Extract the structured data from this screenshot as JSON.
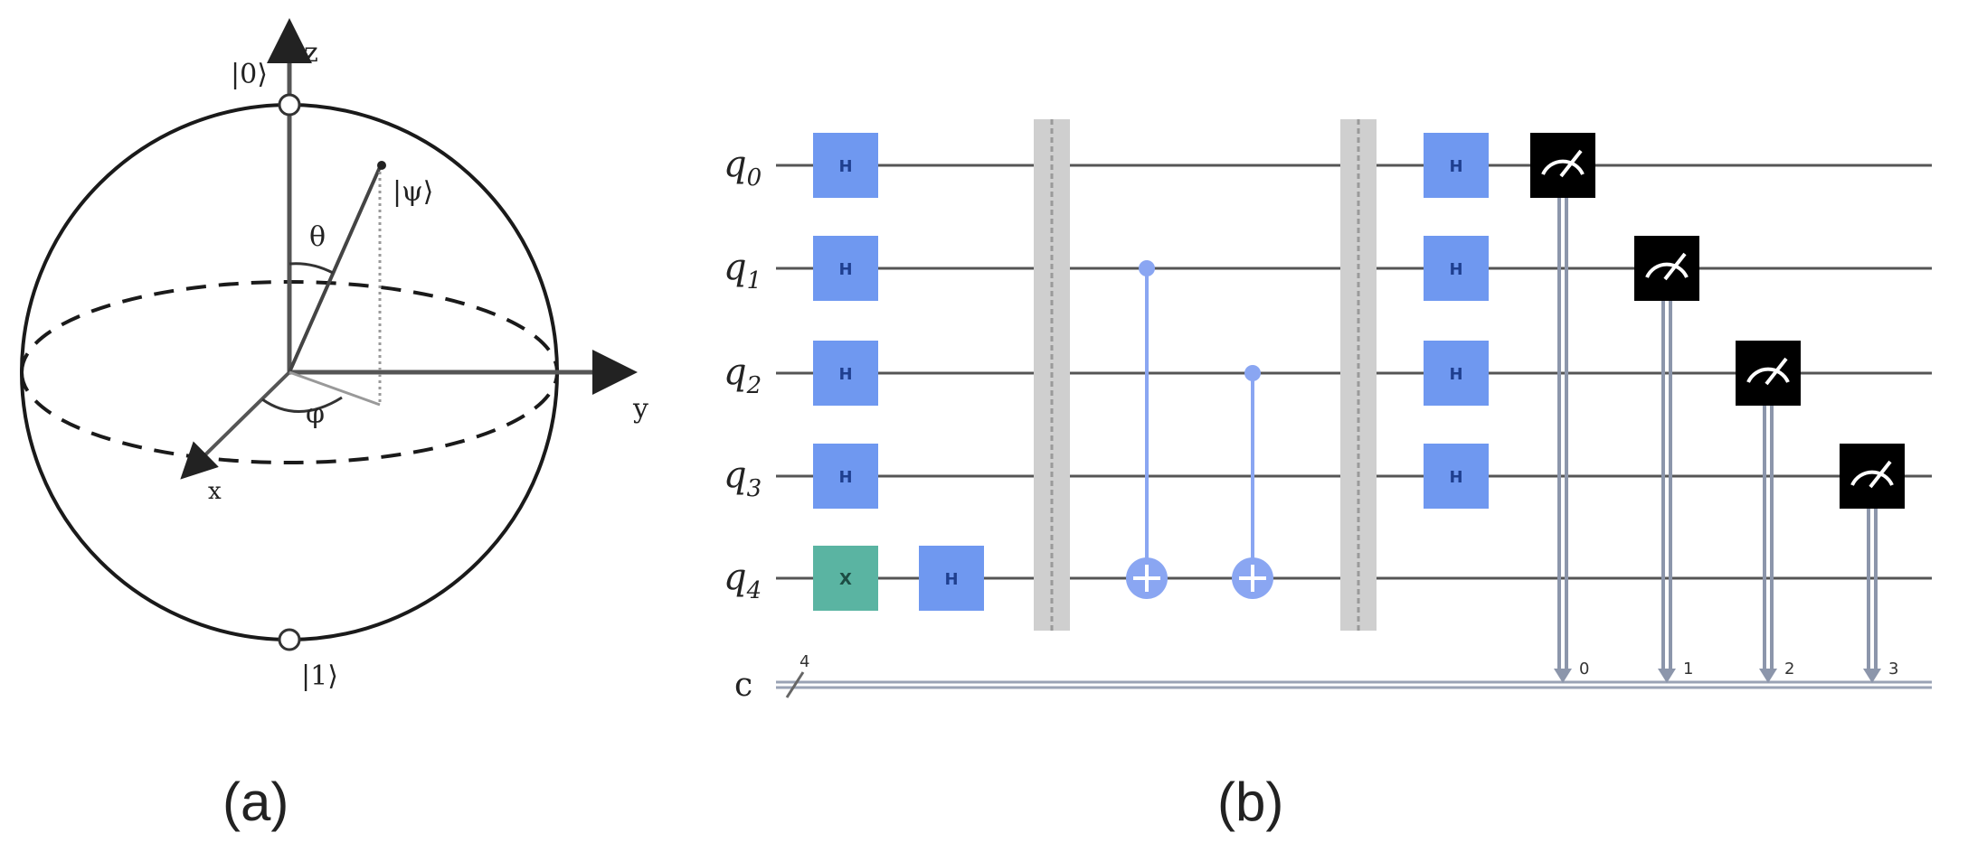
{
  "panel_a": {
    "caption": "(a)",
    "axis_z": "z",
    "axis_y": "y",
    "axis_x": "x",
    "ket_zero": "|0⟩",
    "ket_one": "|1⟩",
    "ket_psi": "|ψ⟩",
    "angle_theta": "θ",
    "angle_phi": "φ"
  },
  "panel_b": {
    "caption": "(b)",
    "qubits": [
      {
        "name": "q",
        "sub": "0"
      },
      {
        "name": "q",
        "sub": "1"
      },
      {
        "name": "q",
        "sub": "2"
      },
      {
        "name": "q",
        "sub": "3"
      },
      {
        "name": "q",
        "sub": "4"
      }
    ],
    "classical_label": "c",
    "classical_width": "4",
    "hadamard_label": "H",
    "x_label": "X",
    "measure_bits": [
      "0",
      "1",
      "2",
      "3"
    ],
    "colors": {
      "hadamard": "#6f98f0",
      "x_gate": "#5ab4a2",
      "cnot": "#8aa6f2",
      "barrier": "#cfcfcf",
      "measure": "#000000",
      "wire": "#555555"
    }
  }
}
